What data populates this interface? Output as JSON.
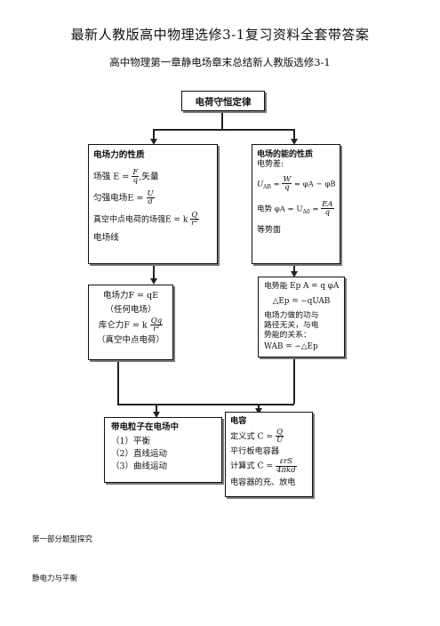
{
  "header": {
    "title": "最新人教版高中物理选修3-1复习资料全套带答案",
    "subtitle": "高中物理第一章静电场章末总结新人教版选修3-1"
  },
  "diagram": {
    "top_box": "电荷守恒定律",
    "left_box": {
      "heading": "电场力的性质",
      "l1_prefix": "场强 E =",
      "l1_num": "F",
      "l1_den": "q",
      "l1_suffix": ",矢量",
      "l2_prefix": "匀强电场E =",
      "l2_num": "U",
      "l2_den": "d",
      "l3_prefix": "真空中点电荷的场强E = k",
      "l3_num": "Q",
      "l3_den": "r²",
      "l4": "电场线"
    },
    "right_box": {
      "heading": "电场的能的性质",
      "l1": "电势差:",
      "l2_prefix": "U",
      "l2_sub": "AB",
      "l2_mid": " =",
      "l2_num": "W",
      "l2_den": "q",
      "l2_suffix": "= φA − φB",
      "l3_prefix": "电势 φA = U",
      "l3_sub": "A0",
      "l3_mid": " =",
      "l3_num": "EA",
      "l3_den": "q",
      "l4": "等势面"
    },
    "mid_left_box": {
      "l1": "电场力F = qE",
      "l2": "（任何电场）",
      "l3_prefix": "库仑力F = k",
      "l3_num": "Qq",
      "l3_den": "r²",
      "l4": "（真空中点电荷）"
    },
    "mid_right_box": {
      "l1": "电势能 Ep A = q φA",
      "l2": "△Ep = −qUAB",
      "l3": "电场力做的功与",
      "l4": "路径无关，与电",
      "l5": "势能的关系：",
      "l6": "WAB = −△Ep"
    },
    "bottom_left_box": {
      "heading": "带电粒子在电场中",
      "l1": "（1）平衡",
      "l2": "（2）直线运动",
      "l3": "（3）曲线运动"
    },
    "bottom_right_box": {
      "heading": "电容",
      "l1_prefix": "定义式 C =",
      "l1_num": "Q",
      "l1_den": "U",
      "l2": "平行板电容器",
      "l3_prefix": "计算式 C =",
      "l3_num": "εrS",
      "l3_den": "4πkd",
      "l4": "电容器的充、放电"
    }
  },
  "footer": {
    "part": "第一部分题型探究",
    "section": "静电力与平衡"
  }
}
